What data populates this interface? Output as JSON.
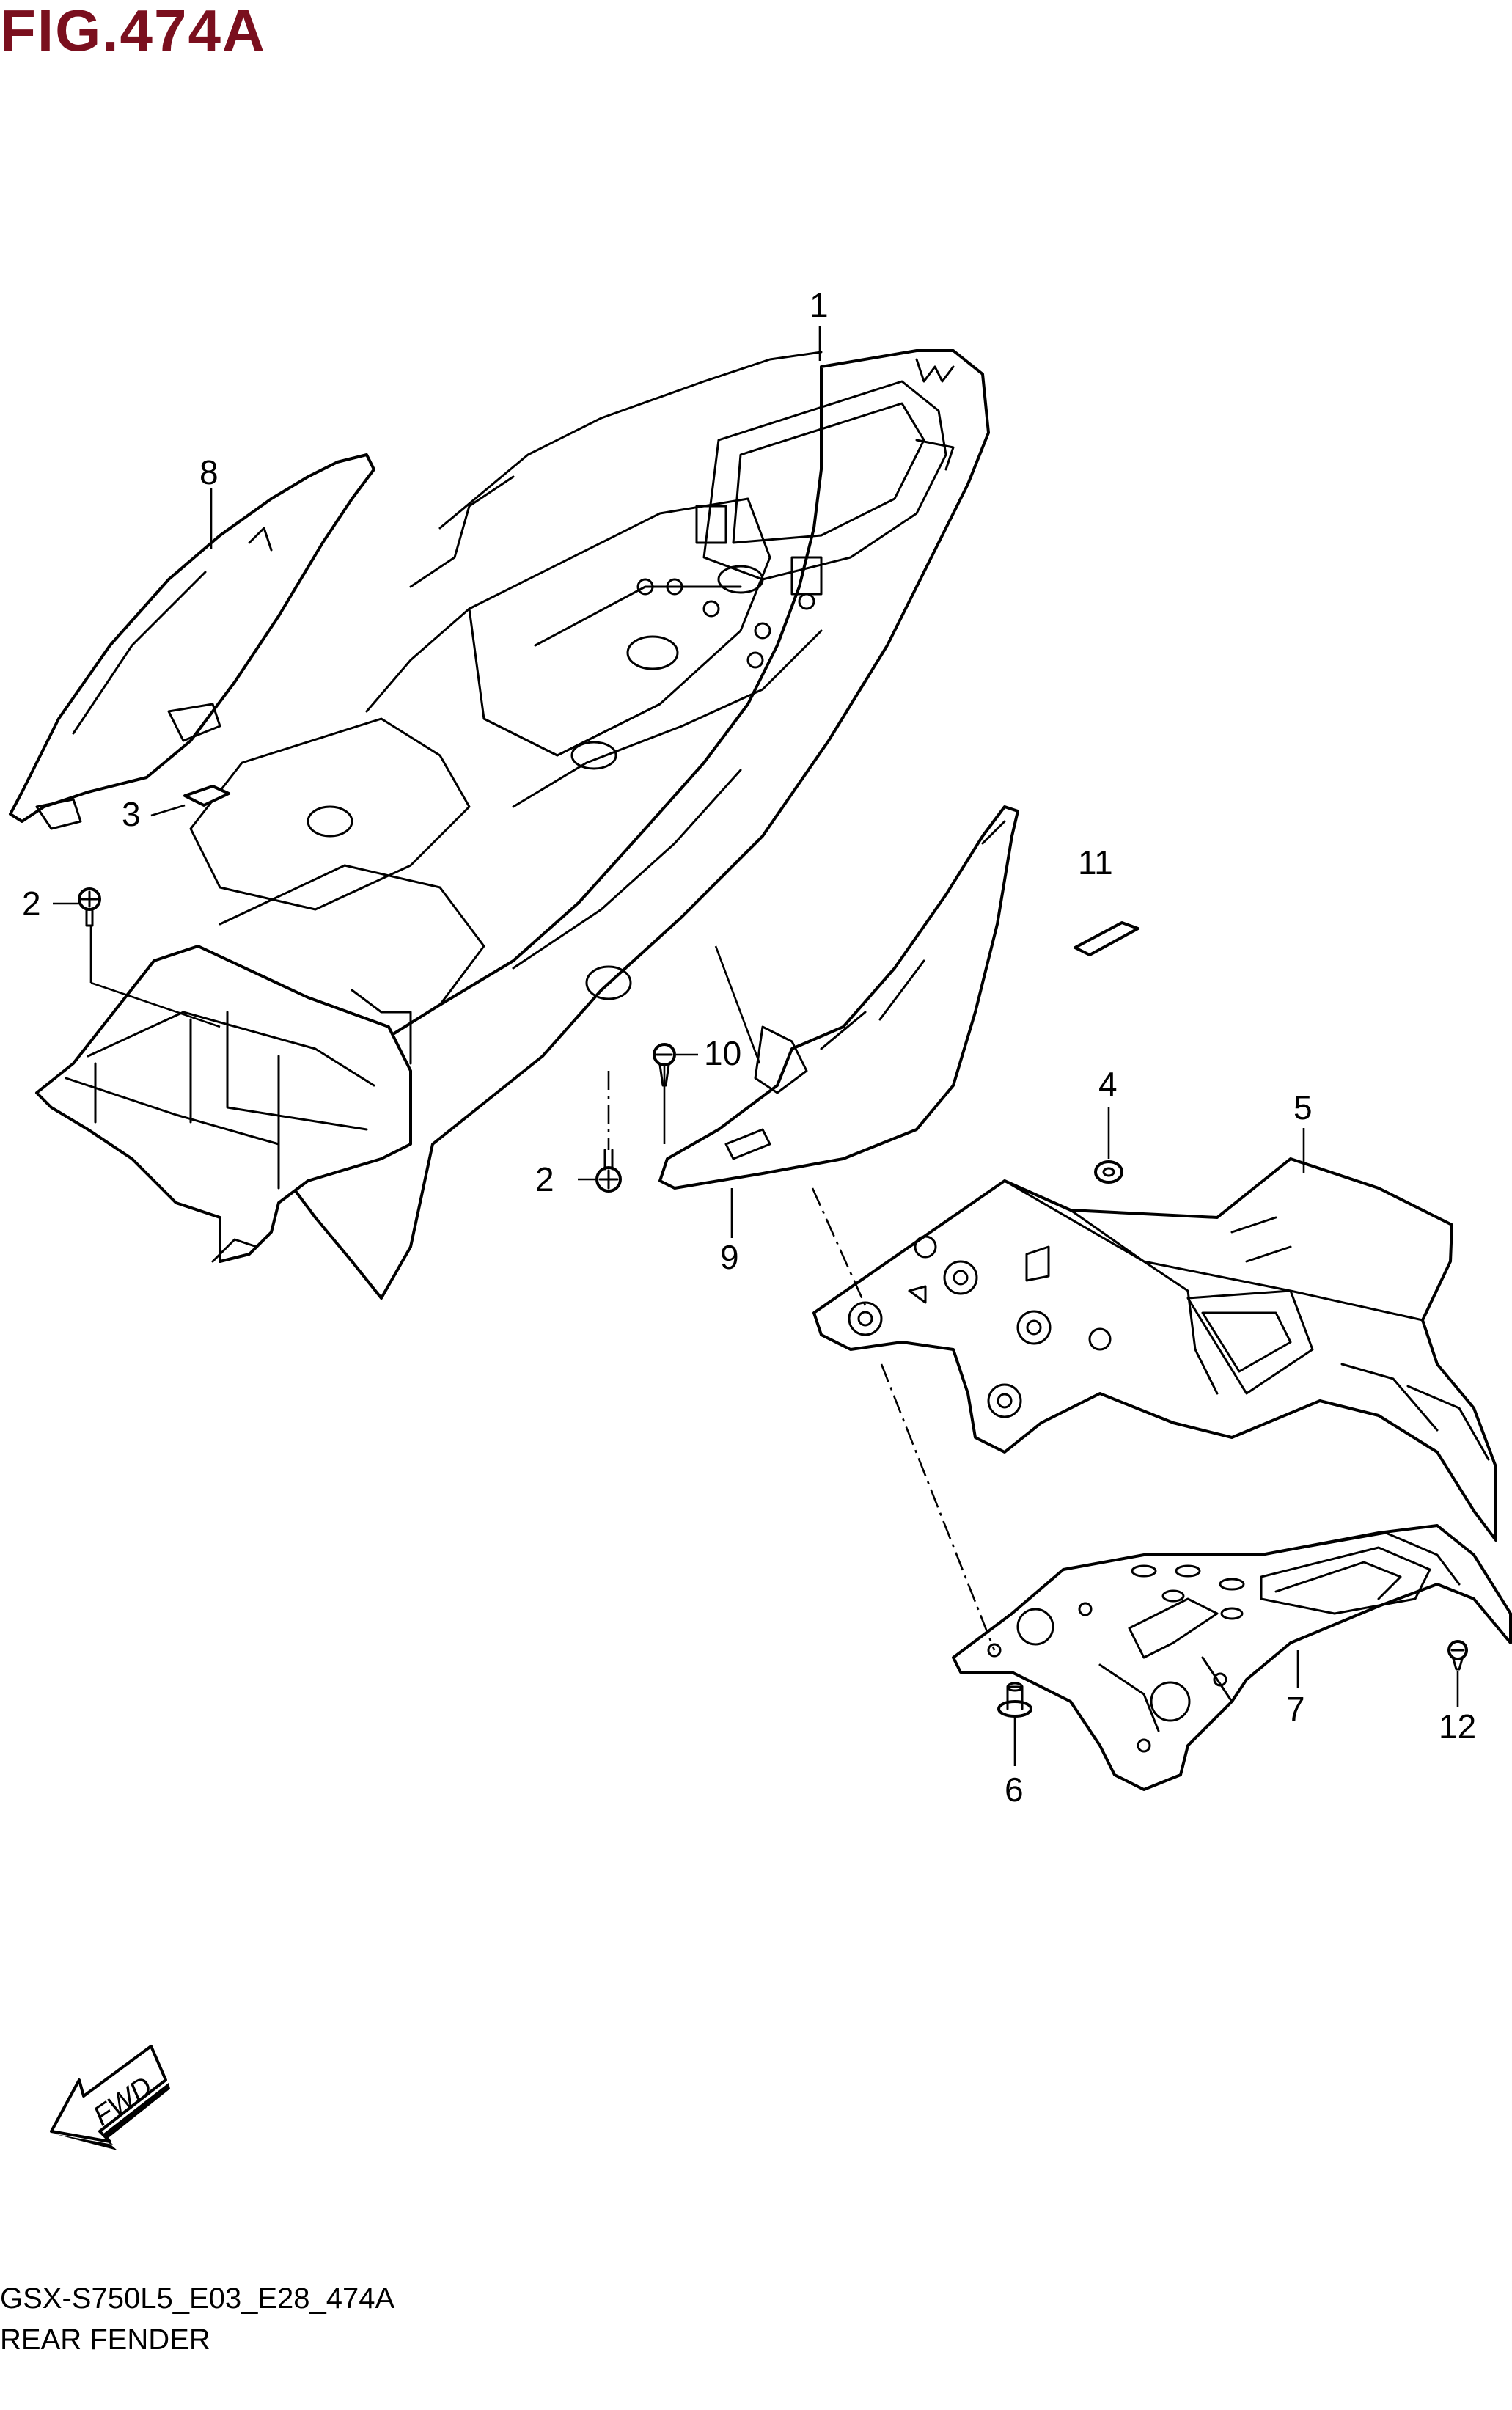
{
  "figure": {
    "title": "FIG.474A",
    "title_color": "#7a0f1e",
    "code": "GSX-S750L5_E03_E28_474A",
    "name": "REAR FENDER"
  },
  "callouts": {
    "c1": "1",
    "c2a": "2",
    "c2b": "2",
    "c3": "3",
    "c4": "4",
    "c5": "5",
    "c6": "6",
    "c7": "7",
    "c8": "8",
    "c9": "9",
    "c10": "10",
    "c11": "11",
    "c12": "12"
  },
  "direction_arrow": {
    "label": "FWD",
    "icon": "fwd-arrow-icon"
  }
}
